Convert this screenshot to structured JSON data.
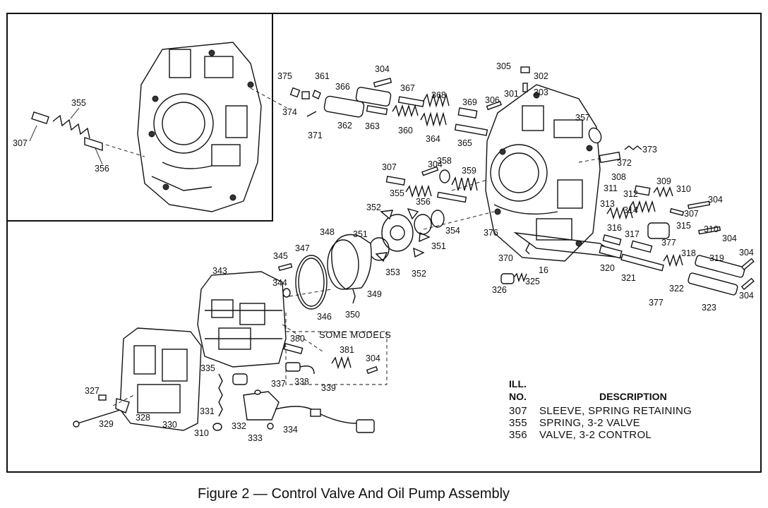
{
  "caption": "Figure 2 — Control Valve And Oil Pump Assembly",
  "some_models": "SOME MODELS",
  "legend": {
    "head_ill": "ILL.",
    "head_no": "NO.",
    "head_desc": "DESCRIPTION",
    "rows": [
      {
        "no": "307",
        "desc": "SLEEVE, SPRING RETAINING"
      },
      {
        "no": "355",
        "desc": "SPRING, 3-2 VALVE"
      },
      {
        "no": "356",
        "desc": "VALVE, 3-2 CONTROL"
      }
    ]
  },
  "inset_labels": [
    "355",
    "307",
    "356"
  ],
  "part_labels": [
    "375",
    "361",
    "374",
    "371",
    "304",
    "366",
    "362",
    "363",
    "367",
    "360",
    "368",
    "364",
    "369",
    "365",
    "306",
    "305",
    "302",
    "303",
    "301",
    "357",
    "373",
    "372",
    "307",
    "304",
    "358",
    "355",
    "356",
    "359",
    "352",
    "351",
    "351",
    "354",
    "353",
    "352",
    "348",
    "347",
    "345",
    "344",
    "346",
    "349",
    "350",
    "343",
    "380",
    "381",
    "304",
    "376",
    "370",
    "16",
    "325",
    "326",
    "311",
    "312",
    "313",
    "314",
    "308",
    "309",
    "310",
    "304",
    "307",
    "315",
    "310",
    "304",
    "316",
    "317",
    "377",
    "318",
    "319",
    "304",
    "320",
    "321",
    "322",
    "377",
    "323",
    "304",
    "335",
    "337",
    "338",
    "339",
    "327",
    "328",
    "329",
    "330",
    "331",
    "332",
    "333",
    "334",
    "310"
  ]
}
